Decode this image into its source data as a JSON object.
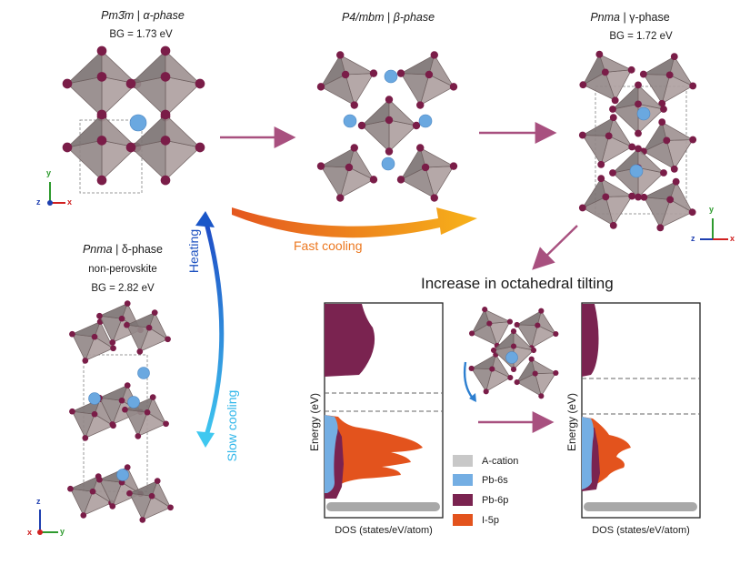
{
  "phases": {
    "alpha": {
      "sg": "Pm3̄m",
      "name": "α-phase",
      "bg": "BG = 1.73 eV"
    },
    "beta": {
      "sg": "P4/mbm",
      "name": "β-phase"
    },
    "gamma": {
      "sg": "Pnma",
      "name": "γ-phase",
      "bg": "BG = 1.72 eV"
    },
    "delta": {
      "sg": "Pnma",
      "name": "δ-phase",
      "sub": "non-perovskite",
      "bg": "BG = 2.82 eV"
    }
  },
  "arrows": {
    "fast_cooling": "Fast cooling",
    "heating": "Heating",
    "slow_cooling": "Slow cooling"
  },
  "tilting_title": "Increase in octahedral tilting",
  "dos": {
    "ylabel": "Energy (eV)",
    "xlabel": "DOS (states/eV/atom)"
  },
  "legend": [
    {
      "label": "A-cation",
      "color": "#c8c8c8"
    },
    {
      "label": "Pb-6s",
      "color": "#74aee3"
    },
    {
      "label": "Pb-6p",
      "color": "#7a2350"
    },
    {
      "label": "I-5p",
      "color": "#e3531d"
    }
  ],
  "axes": {
    "x": "x",
    "y": "y",
    "z": "z"
  },
  "colors": {
    "octahedron": "#b8a9a9",
    "octa_edge": "#6e5f5f",
    "anion": "#7a1d48",
    "cation": "#6aa8e0",
    "arrow_magenta": "#a8507f",
    "heating_blue": "#1a56c8",
    "cooling_cyan": "#36c2ec",
    "fast_orange": "#f08a1e"
  }
}
